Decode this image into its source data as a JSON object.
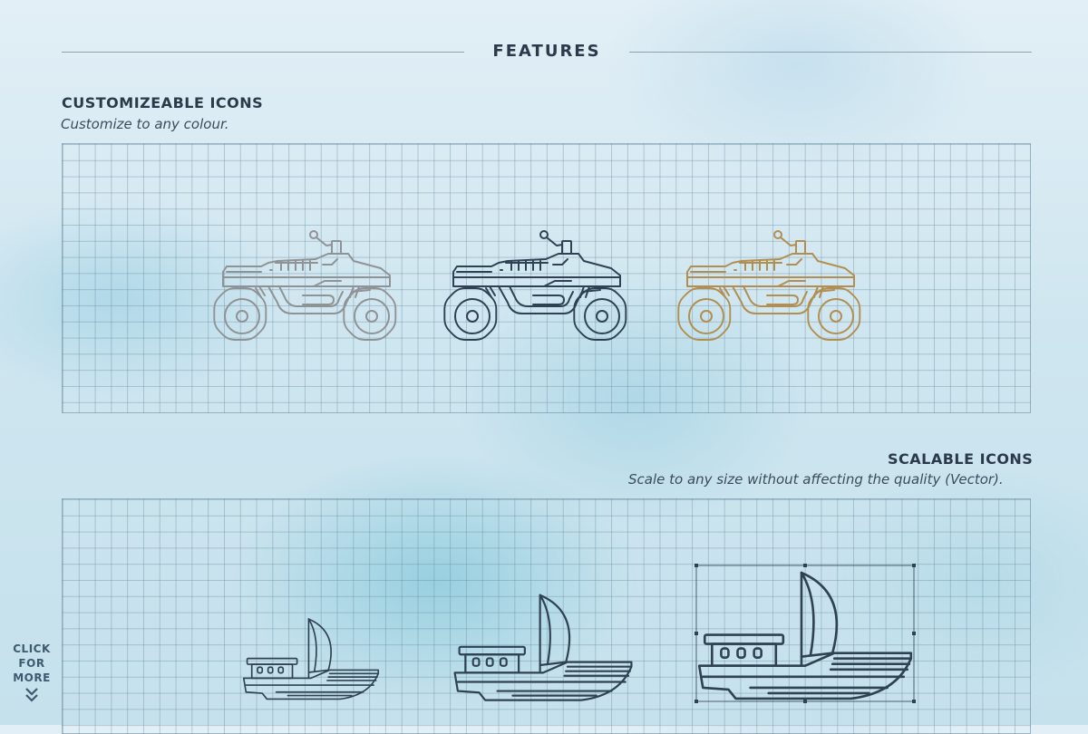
{
  "header": {
    "title": "FEATURES"
  },
  "customizable": {
    "title": "CUSTOMIZEABLE ICONS",
    "subtitle": "Customize to any colour.",
    "icons": [
      {
        "name": "atv-icon-gray",
        "color": "#8f9396"
      },
      {
        "name": "atv-icon-dark",
        "color": "#2e4253"
      },
      {
        "name": "atv-icon-gold",
        "color": "#b28f50"
      }
    ]
  },
  "scalable": {
    "title": "SCALABLE ICONS",
    "subtitle": "Scale to any size without affecting the quality (Vector).",
    "icons": [
      {
        "name": "boat-icon-small",
        "color": "#2e4253"
      },
      {
        "name": "boat-icon-medium",
        "color": "#2e4253"
      },
      {
        "name": "boat-icon-large-selected",
        "color": "#2e4253"
      }
    ]
  },
  "click_more": {
    "line1": "CLICK",
    "line2": "FOR",
    "line3": "MORE",
    "icon": "double-chevron-down-icon"
  }
}
